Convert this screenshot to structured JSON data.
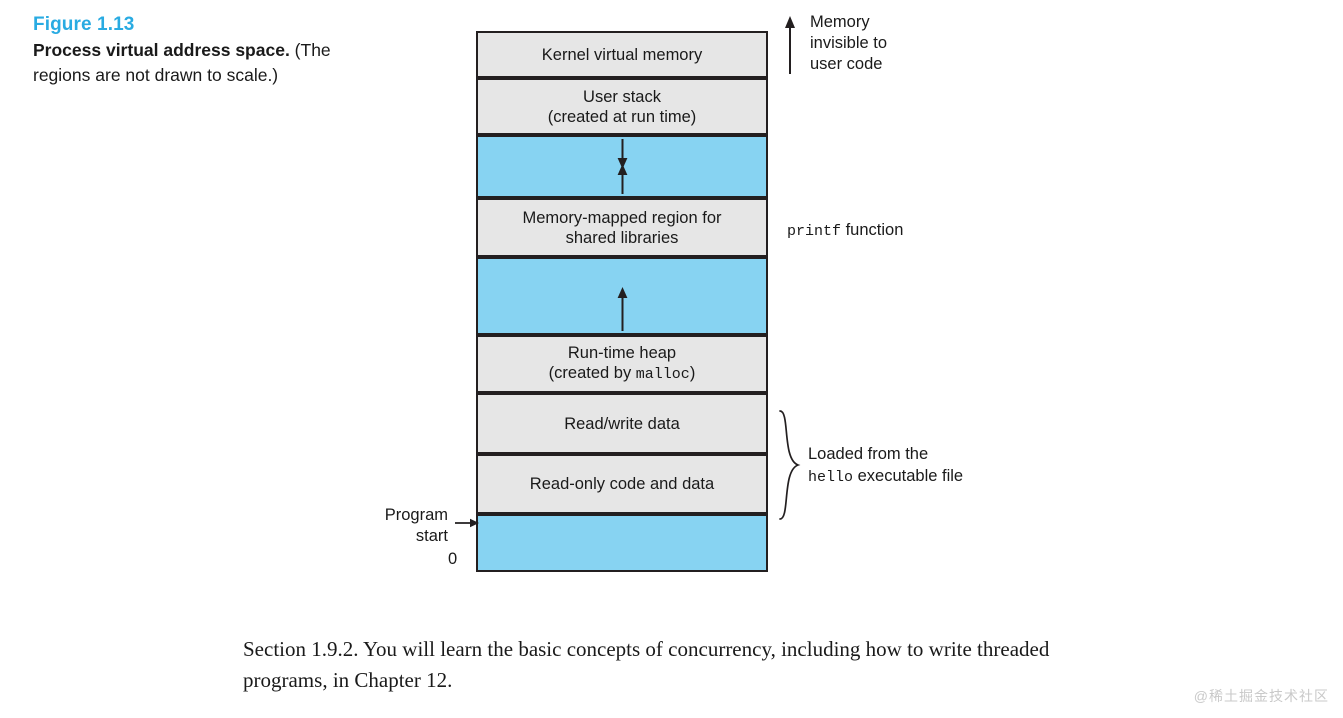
{
  "figure": {
    "number": "Figure 1.13",
    "caption_bold": "Process virtual address space.",
    "caption_rest": " (The regions are not drawn to scale.)"
  },
  "diagram": {
    "bands": [
      {
        "kind": "gray",
        "line1": "Kernel virtual memory",
        "line2": ""
      },
      {
        "kind": "gray",
        "line1": "User stack",
        "line2": "(created at run time)"
      },
      {
        "kind": "blue",
        "line1": "",
        "line2": ""
      },
      {
        "kind": "gray",
        "line1": "Memory-mapped region for",
        "line2": "shared libraries"
      },
      {
        "kind": "blue",
        "line1": "",
        "line2": ""
      },
      {
        "kind": "gray",
        "line1": "Run-time heap",
        "line2": "(created by malloc)"
      },
      {
        "kind": "gray",
        "line1": "Read/write data",
        "line2": ""
      },
      {
        "kind": "gray",
        "line1": "Read-only code and data",
        "line2": ""
      },
      {
        "kind": "blue",
        "line1": "",
        "line2": ""
      }
    ],
    "heap_prefix": "(created by ",
    "heap_mono": "malloc",
    "heap_suffix": ")"
  },
  "annotations": {
    "memory_invisible": "Memory\ninvisible to\nuser code",
    "memory_invisible_l1": "Memory",
    "memory_invisible_l2": "invisible to",
    "memory_invisible_l3": "user code",
    "printf_mono": "printf",
    "printf_rest": " function",
    "loaded_l1": "Loaded from the",
    "loaded_mono": "hello",
    "loaded_l2_rest": " executable file",
    "program_start_l1": "Program",
    "program_start_l2": "start",
    "zero": "0"
  },
  "body": {
    "paragraph": "Section 1.9.2. You will learn the basic concepts of concurrency, including how to write threaded programs, in Chapter 12."
  },
  "watermark": {
    "text": "@稀土掘金技术社区"
  },
  "colors": {
    "accent_blue": "#29abe2",
    "band_blue": "#87d3f2",
    "band_gray": "#e6e6e6",
    "stroke": "#231f20"
  }
}
